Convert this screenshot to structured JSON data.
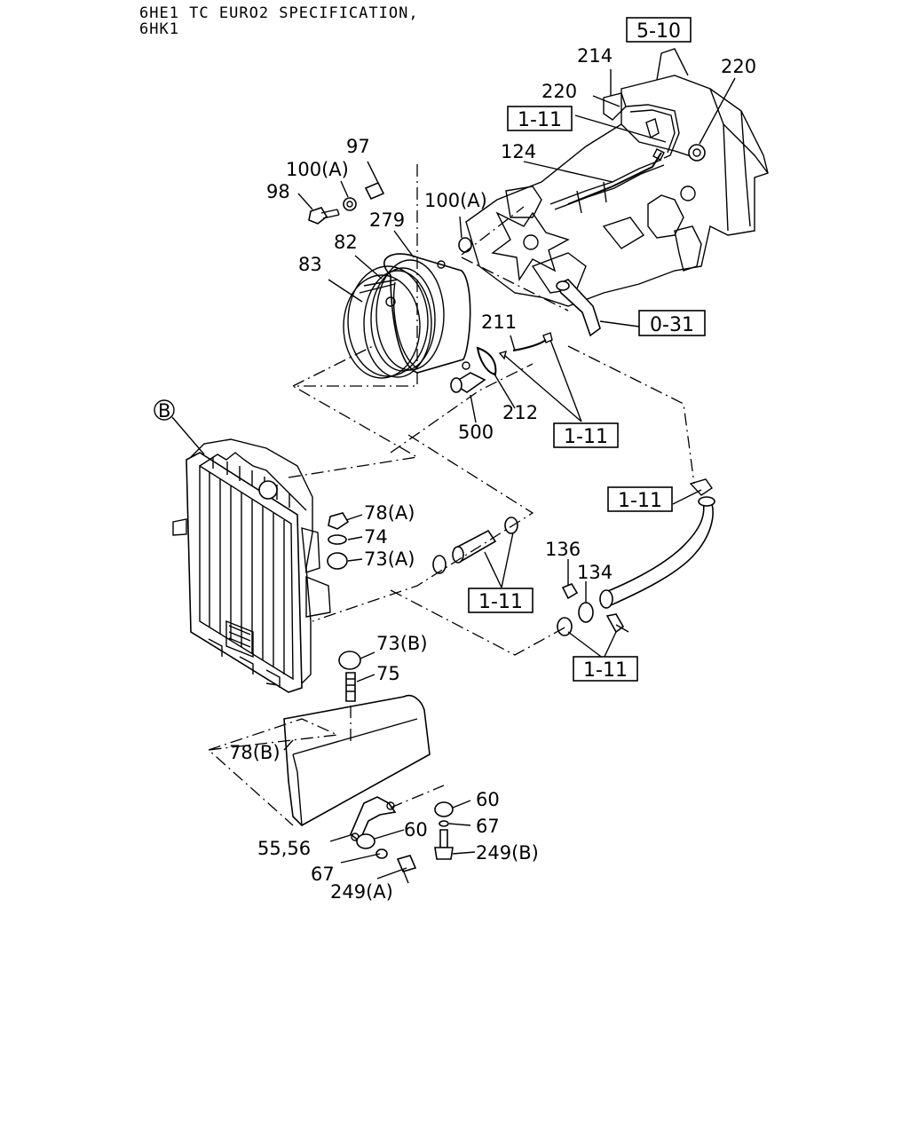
{
  "header": {
    "line1": "6HE1 TC EURO2 SPECIFICATION,",
    "line2": "6HK1"
  },
  "references": {
    "r510": "5-10",
    "r111_a": "1-11",
    "r031": "0-31",
    "r111_b": "1-11",
    "r111_c": "1-11",
    "r111_d": "1-11",
    "r111_e": "1-11"
  },
  "callouts": {
    "c214": "214",
    "c220_top": "220",
    "c220_mid": "220",
    "c124": "124",
    "c97": "97",
    "c100a_left": "100(A)",
    "c98": "98",
    "c100a_right": "100(A)",
    "c279": "279",
    "c82": "82",
    "c83": "83",
    "c211": "211",
    "c212": "212",
    "c500": "500",
    "cB": "B",
    "c78a": "78(A)",
    "c74": "74",
    "c73a": "73(A)",
    "c136": "136",
    "c134": "134",
    "c73b": "73(B)",
    "c75": "75",
    "c78b": "78(B)",
    "c60_right": "60",
    "c67_right": "67",
    "c249b": "249(B)",
    "c60_left": "60",
    "c5556": "55,56",
    "c67_left": "67",
    "c249a": "249(A)"
  }
}
